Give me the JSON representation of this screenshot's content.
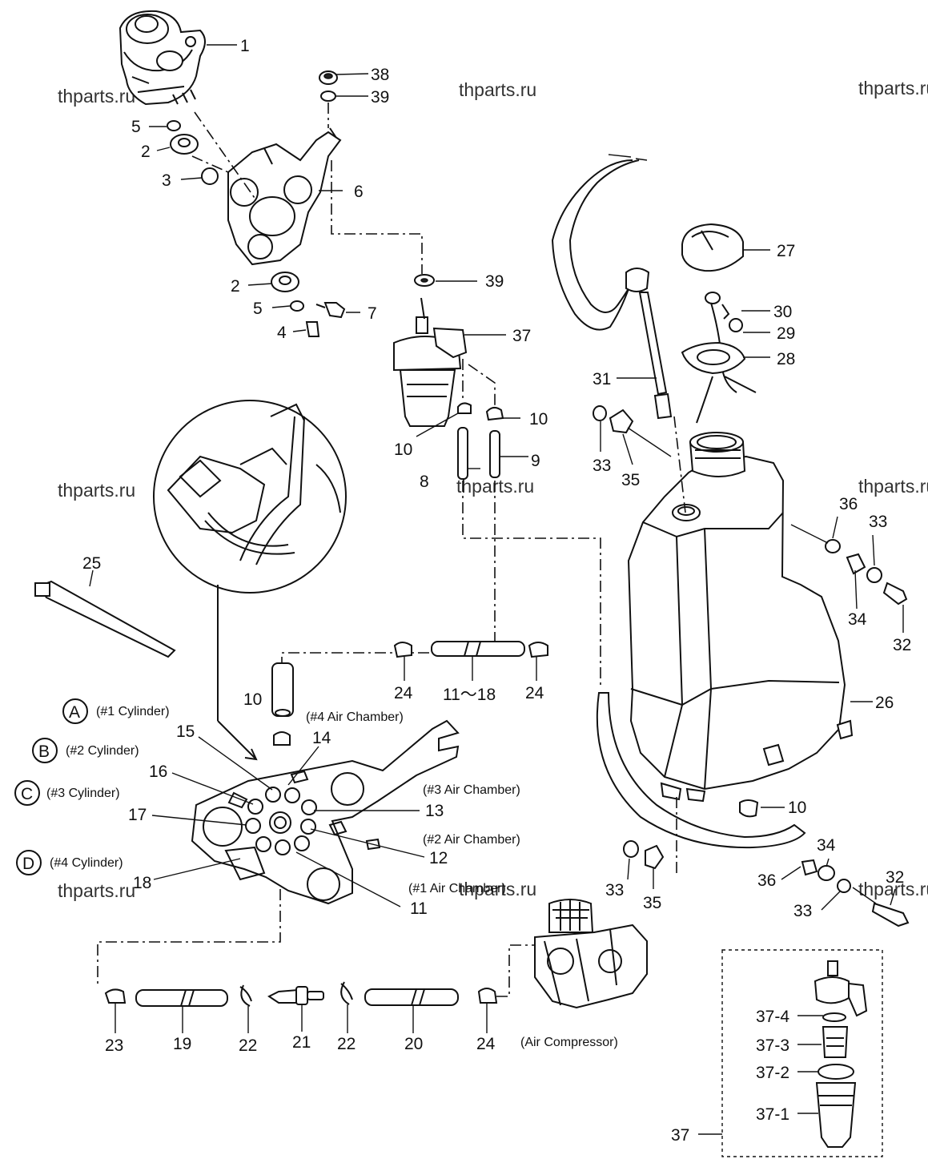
{
  "watermarks": [
    "thparts.ru",
    "thparts.ru",
    "thparts.ru",
    "thparts.ru",
    "thparts.ru",
    "thparts.ru",
    "thparts.ru",
    "thparts.ru",
    "thparts.ru"
  ],
  "callouts": [
    {
      "id": "c1",
      "text": "1"
    },
    {
      "id": "c38",
      "text": "38"
    },
    {
      "id": "c39a",
      "text": "39"
    },
    {
      "id": "c5a",
      "text": "5"
    },
    {
      "id": "c2a",
      "text": "2"
    },
    {
      "id": "c3",
      "text": "3"
    },
    {
      "id": "c6",
      "text": "6"
    },
    {
      "id": "c2b",
      "text": "2"
    },
    {
      "id": "c5b",
      "text": "5"
    },
    {
      "id": "c7",
      "text": "7"
    },
    {
      "id": "c4",
      "text": "4"
    },
    {
      "id": "c39b",
      "text": "39"
    },
    {
      "id": "c37a",
      "text": "37"
    },
    {
      "id": "c10a",
      "text": "10"
    },
    {
      "id": "c10b",
      "text": "10"
    },
    {
      "id": "c9",
      "text": "9"
    },
    {
      "id": "c8",
      "text": "8"
    },
    {
      "id": "c27",
      "text": "27"
    },
    {
      "id": "c30",
      "text": "30"
    },
    {
      "id": "c29",
      "text": "29"
    },
    {
      "id": "c28",
      "text": "28"
    },
    {
      "id": "c31",
      "text": "31"
    },
    {
      "id": "c33a",
      "text": "33"
    },
    {
      "id": "c35a",
      "text": "35"
    },
    {
      "id": "c36a",
      "text": "36"
    },
    {
      "id": "c33b",
      "text": "33"
    },
    {
      "id": "c34a",
      "text": "34"
    },
    {
      "id": "c32a",
      "text": "32"
    },
    {
      "id": "c25",
      "text": "25"
    },
    {
      "id": "c24a",
      "text": "24"
    },
    {
      "id": "c1118",
      "text": "11～18"
    },
    {
      "id": "c24b",
      "text": "24"
    },
    {
      "id": "c26",
      "text": "26"
    },
    {
      "id": "c10c",
      "text": "10"
    },
    {
      "id": "c15",
      "text": "15"
    },
    {
      "id": "c14",
      "text": "14"
    },
    {
      "id": "c16",
      "text": "16"
    },
    {
      "id": "c13",
      "text": "13"
    },
    {
      "id": "c17",
      "text": "17"
    },
    {
      "id": "c12",
      "text": "12"
    },
    {
      "id": "c18",
      "text": "18"
    },
    {
      "id": "c11",
      "text": "11"
    },
    {
      "id": "c10d",
      "text": "10"
    },
    {
      "id": "c34b",
      "text": "34"
    },
    {
      "id": "c36b",
      "text": "36"
    },
    {
      "id": "c32b",
      "text": "32"
    },
    {
      "id": "c33c",
      "text": "33"
    },
    {
      "id": "c33d",
      "text": "33"
    },
    {
      "id": "c35b",
      "text": "35"
    },
    {
      "id": "c23",
      "text": "23"
    },
    {
      "id": "c19",
      "text": "19"
    },
    {
      "id": "c22a",
      "text": "22"
    },
    {
      "id": "c21",
      "text": "21"
    },
    {
      "id": "c22b",
      "text": "22"
    },
    {
      "id": "c20",
      "text": "20"
    },
    {
      "id": "c24c",
      "text": "24"
    },
    {
      "id": "c374",
      "text": "37-4"
    },
    {
      "id": "c373",
      "text": "37-3"
    },
    {
      "id": "c372",
      "text": "37-2"
    },
    {
      "id": "c371",
      "text": "37-1"
    },
    {
      "id": "c37b",
      "text": "37"
    }
  ],
  "cylinders": [
    {
      "letter": "A",
      "label": "(#1 Cylinder)"
    },
    {
      "letter": "B",
      "label": "(#2 Cylinder)"
    },
    {
      "letter": "C",
      "label": "(#3 Cylinder)"
    },
    {
      "letter": "D",
      "label": "(#4 Cylinder)"
    }
  ],
  "notes": {
    "air4": "(#4 Air Chamber)",
    "air3": "(#3 Air Chamber)",
    "air2": "(#2 Air Chamber)",
    "air1": "(#1 Air Chamber)",
    "compressor": "(Air Compressor)"
  }
}
